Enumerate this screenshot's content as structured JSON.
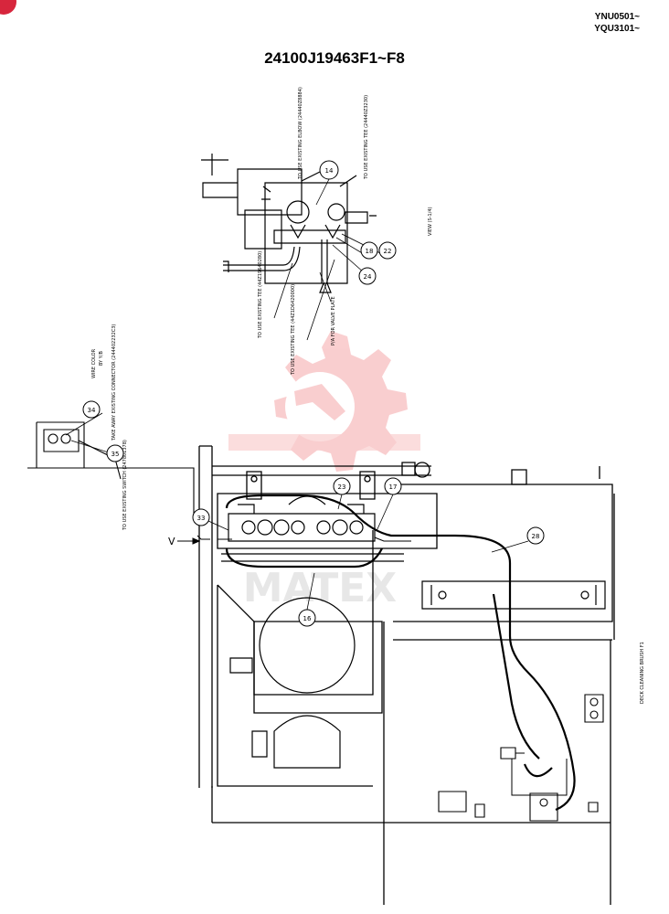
{
  "header": {
    "serial_top": "YNU0501~",
    "serial_bottom": "YQU3101~",
    "drawing_number": "24100J19463F1~F8"
  },
  "callouts": {
    "c14": "14",
    "c18": "18",
    "c22": "22",
    "c24": "24",
    "c34": "34",
    "c35": "35",
    "c33": "33",
    "c23": "23",
    "c17": "17",
    "c28": "28",
    "c16": "16"
  },
  "view_label": "V",
  "watermark": {
    "text": "MATEX",
    "color": "#e8262b"
  }
}
